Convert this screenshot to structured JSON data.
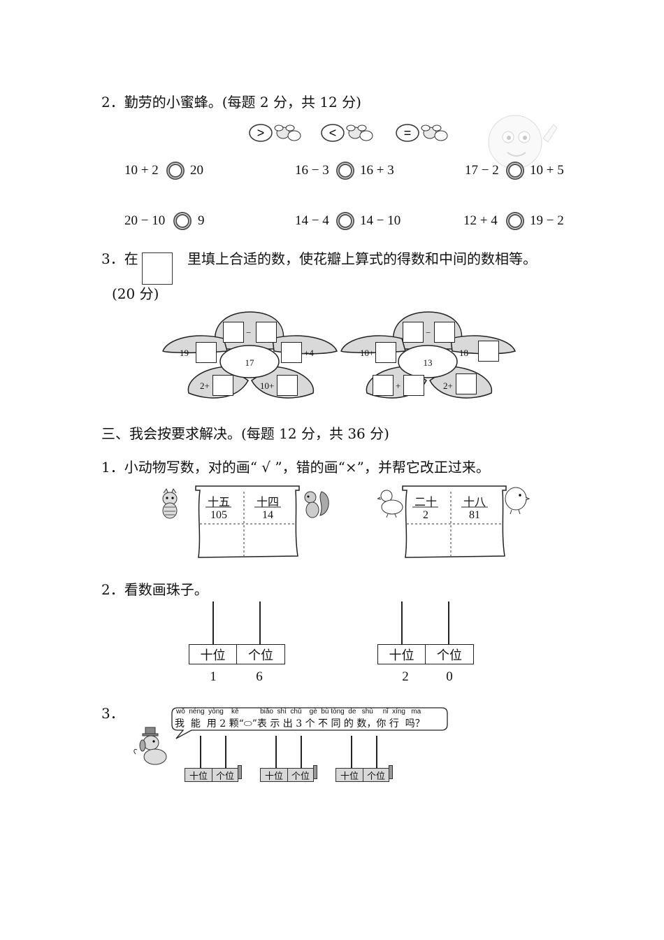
{
  "q2": {
    "title": "2．勤劳的小蜜蜂。(每题 2 分，共 12 分)",
    "bees": [
      ">",
      "<",
      "="
    ],
    "rows": [
      [
        {
          "left": "10 + 2",
          "right": "20"
        },
        {
          "left": "16 − 3",
          "right": "16 + 3"
        },
        {
          "left": "17 − 2",
          "right": "10 + 5"
        }
      ],
      [
        {
          "left": "20 − 10",
          "right": "9"
        },
        {
          "left": "14 − 4",
          "right": "14 − 10"
        },
        {
          "left": "12 + 4",
          "right": "19 − 2"
        }
      ]
    ]
  },
  "q3": {
    "prefix": "3．在",
    "suffix": "里填上合适的数，使花瓣上算式的得数和中间的数相等。",
    "score": "(20 分)",
    "flower1": {
      "center": "17",
      "top_op": "−",
      "left_label": "19−",
      "right_label": "+4",
      "bl_label": "2+",
      "br_label": "10+"
    },
    "flower2": {
      "center": "13",
      "top_op": "−",
      "left_label": "10+",
      "right_label": "18−",
      "bl_op": "+",
      "br_label": "2+"
    }
  },
  "section3": {
    "title": "三、我会按要求解决。(每题 12 分，共 36 分)",
    "p1": {
      "title": "1．小动物写数，对的画“ √ ”，错的画“×”，并帮它改正过来。",
      "board1": [
        {
          "word": "十五",
          "num": "105"
        },
        {
          "word": "十四",
          "num": "14"
        }
      ],
      "board2": [
        {
          "word": "二十",
          "num": "2"
        },
        {
          "word": "十八",
          "num": "81"
        }
      ]
    },
    "p2": {
      "title": "2．看数画珠子。",
      "abacus": [
        {
          "tens": "十位",
          "ones": "个位",
          "d1": "1",
          "d2": "6"
        },
        {
          "tens": "十位",
          "ones": "个位",
          "d1": "2",
          "d2": "0"
        }
      ]
    },
    "p3": {
      "num": "3．",
      "pinyin": "wǒ  néng  yòng    kē           biǎo  shì  chū    gè  bù tóng  de   shù     nǐ  xíng   ma",
      "speech": "我  能  用 2 颗“⬭”表 示 出 3 个 不 同 的 数，你 行  吗？",
      "labels": [
        "十位",
        "个位"
      ]
    }
  }
}
